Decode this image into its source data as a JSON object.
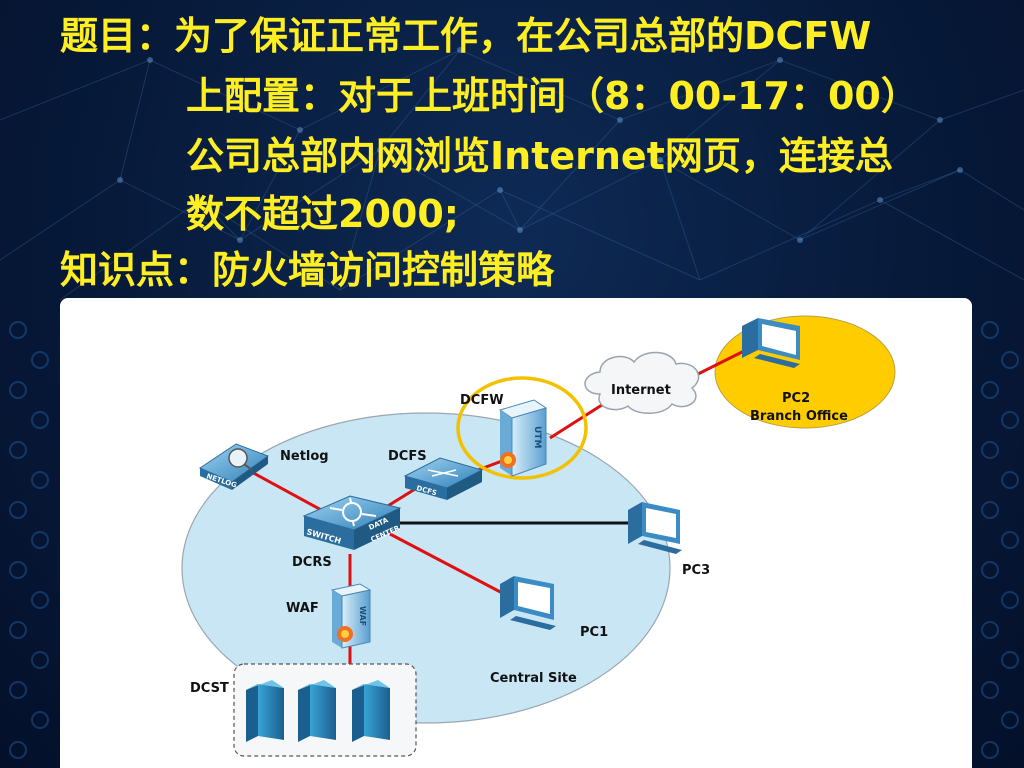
{
  "header": {
    "line1": "题目：为了保证正常工作，在公司总部的DCFW",
    "line2": "上配置：对于上班时间（8：00-17：00）",
    "line3": "公司总部内网浏览Internet网页，连接总",
    "line4": "数不超过2000;",
    "line5": "知识点：防火墙访问控制策略"
  },
  "diagram": {
    "nodes": {
      "netlog": "Netlog",
      "dcfs": "DCFS",
      "dcfw": "DCFW",
      "internet": "Internet",
      "pc2": "PC2",
      "branch": "Branch Office",
      "dcrs": "DCRS",
      "waf": "WAF",
      "pc3": "PC3",
      "pc1": "PC1",
      "central": "Central Site",
      "dcst": "DCST"
    },
    "device_marks": {
      "netlog": "NETLOG",
      "dcfs": "DCFS",
      "utm": "UTM",
      "switch1": "SWITCH",
      "switch2": "DATA",
      "switch3": "CENTER",
      "waf": "WAF"
    },
    "colors": {
      "title": "#ffee22",
      "link_red": "#e01010",
      "site_fill": "#c9e6f5",
      "branch_fill": "#ffcc00",
      "highlight": "#f2c200"
    }
  }
}
